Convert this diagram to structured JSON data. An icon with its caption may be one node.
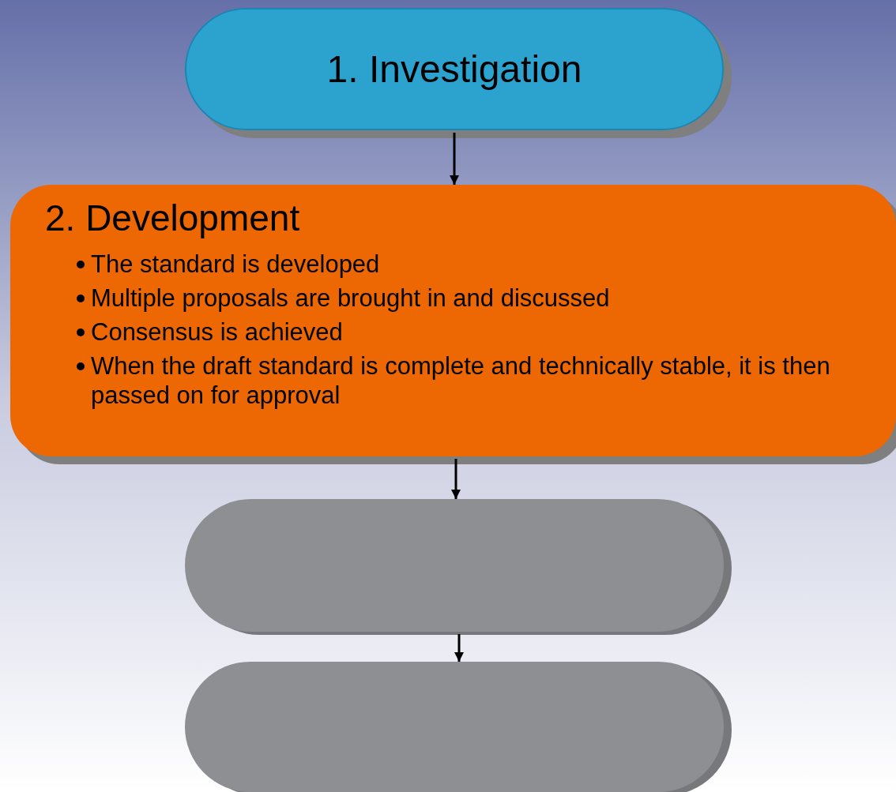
{
  "diagram": {
    "nodes": [
      {
        "text": [
          "1. Investigation"
        ]
      },
      {
        "text": [
          "2. Development",
          "The standard is developed",
          "Multiple proposals are brought in and discussed",
          "Consensus is achieved",
          "When the draft standard is complete and technically stable, it is then passed on for approval"
        ]
      },
      {
        "text": [],
        "shape": "box"
      },
      {
        "text": [],
        "shape": "box"
      }
    ],
    "edges": [
      {
        "from": 0,
        "to": 1,
        "arrow": "to"
      },
      {
        "from": 1,
        "to": 2,
        "arrow": "to"
      },
      {
        "from": 2,
        "to": 3,
        "arrow": "to"
      }
    ]
  }
}
